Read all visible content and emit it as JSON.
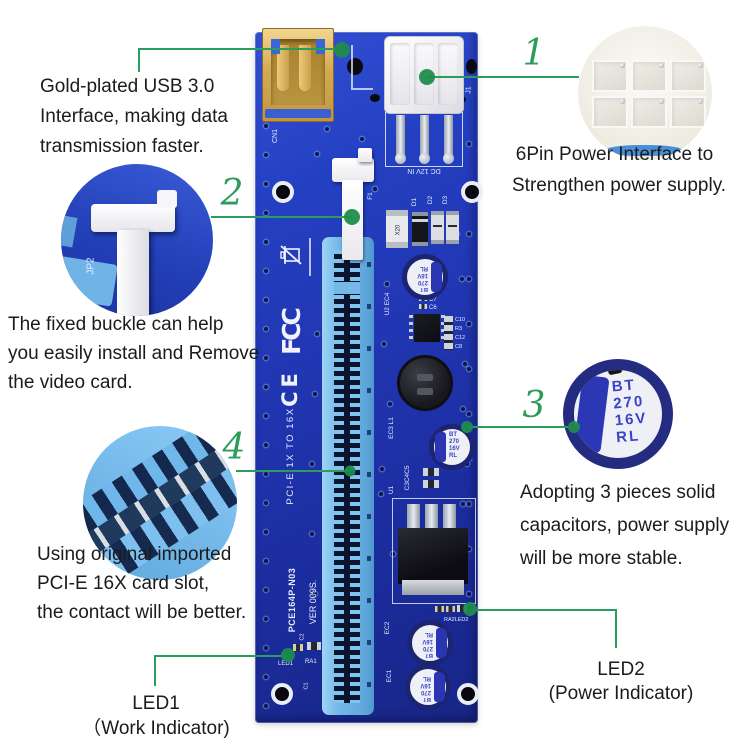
{
  "annotations": {
    "usb": {
      "lines": [
        "Gold-plated USB 3.0",
        "Interface, making data",
        "transmission faster."
      ]
    },
    "power": {
      "num": "1",
      "lines": [
        "6Pin Power Interface to",
        "Strengthen power supply."
      ]
    },
    "buckle": {
      "num": "2",
      "lines": [
        "The fixed buckle can help",
        "you easily install and Remove",
        "the video card."
      ]
    },
    "caps": {
      "num": "3",
      "lines": [
        "Adopting 3 pieces solid",
        "capacitors, power supply",
        "will be more stable."
      ]
    },
    "slot": {
      "num": "4",
      "lines": [
        "Using original imported",
        "PCI-E 16X card slot,",
        "the contact will be better."
      ]
    },
    "led1": {
      "label": "LED1",
      "sub": "（Work Indicator)"
    },
    "led2": {
      "label": "LED2",
      "sub": "(Power Indicator)"
    }
  },
  "pcb_labels": {
    "cn1": "CN1",
    "j1": "J1",
    "dc_in": "DC 12V IN",
    "jp2": "JP2",
    "f1": "F1",
    "d1": "D1",
    "d2": "D2",
    "d3": "D3",
    "x20": "X20",
    "u2_ec4": "U2 EC4",
    "c7": "C7",
    "c6": "C6",
    "c10": "C10",
    "r3": "R3",
    "c12": "C12",
    "c8": "C8",
    "ec3_l1": "EC3 L1",
    "c3c4c5": "C3C4C5",
    "u1": "U1",
    "pcie": "PCI-E 1X TO 16X",
    "model": "PCE164P-N03",
    "ver": "VER 009S.",
    "c2": "C2",
    "led1": "LED1",
    "ra1": "RA1",
    "c1": "C1",
    "ra2led2": "RA2LED2",
    "ec2": "EC2",
    "ec1": "EC1",
    "fcc": "FCC",
    "ce": "CE"
  },
  "cap_marking": [
    "BT",
    "270",
    "16V",
    "RL"
  ],
  "colors": {
    "callout_green": "#2b9c59",
    "dot_green": "#1f8c4c",
    "pcb_blue": "#2238b6",
    "slot_blue": "#74b9e8"
  }
}
